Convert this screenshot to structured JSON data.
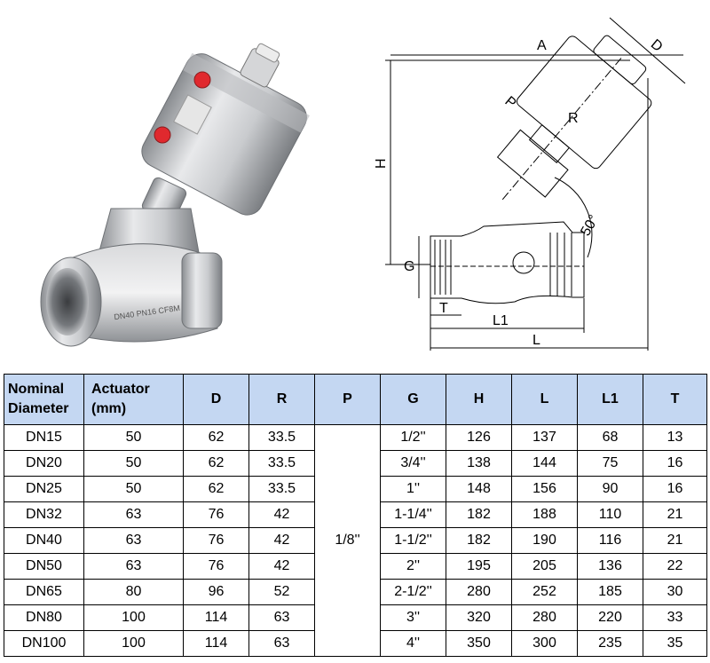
{
  "photo": {
    "engraving": "DN40 PN16 CF8M"
  },
  "drawing": {
    "labels": {
      "A": "A",
      "D": "D",
      "P": "P",
      "R": "R",
      "H": "H",
      "G": "G",
      "T": "T",
      "L1": "L1",
      "L": "L",
      "angle": "50°"
    }
  },
  "table": {
    "headers": {
      "nominal_line1": "Nominal",
      "nominal_line2": "Diameter",
      "actuator_line1": "Actuator",
      "actuator_line2": "(mm)",
      "D": "D",
      "R": "R",
      "P": "P",
      "G": "G",
      "H": "H",
      "L": "L",
      "L1": "L1",
      "T": "T"
    },
    "p_value": "1/8''",
    "rows": [
      {
        "dn": "DN15",
        "actuator": "50",
        "D": "62",
        "R": "33.5",
        "G": "1/2''",
        "H": "126",
        "L": "137",
        "L1": "68",
        "T": "13"
      },
      {
        "dn": "DN20",
        "actuator": "50",
        "D": "62",
        "R": "33.5",
        "G": "3/4''",
        "H": "138",
        "L": "144",
        "L1": "75",
        "T": "16"
      },
      {
        "dn": "DN25",
        "actuator": "50",
        "D": "62",
        "R": "33.5",
        "G": "1''",
        "H": "148",
        "L": "156",
        "L1": "90",
        "T": "16"
      },
      {
        "dn": "DN32",
        "actuator": "63",
        "D": "76",
        "R": "42",
        "G": "1-1/4''",
        "H": "182",
        "L": "188",
        "L1": "110",
        "T": "21"
      },
      {
        "dn": "DN40",
        "actuator": "63",
        "D": "76",
        "R": "42",
        "G": "1-1/2''",
        "H": "182",
        "L": "190",
        "L1": "116",
        "T": "21"
      },
      {
        "dn": "DN50",
        "actuator": "63",
        "D": "76",
        "R": "42",
        "G": "2''",
        "H": "195",
        "L": "205",
        "L1": "136",
        "T": "22"
      },
      {
        "dn": "DN65",
        "actuator": "80",
        "D": "96",
        "R": "52",
        "G": "2-1/2''",
        "H": "280",
        "L": "252",
        "L1": "185",
        "T": "30"
      },
      {
        "dn": "DN80",
        "actuator": "100",
        "D": "114",
        "R": "63",
        "G": "3''",
        "H": "320",
        "L": "280",
        "L1": "220",
        "T": "33"
      },
      {
        "dn": "DN100",
        "actuator": "100",
        "D": "114",
        "R": "63",
        "G": "4''",
        "H": "350",
        "L": "300",
        "L1": "235",
        "T": "35"
      }
    ]
  }
}
